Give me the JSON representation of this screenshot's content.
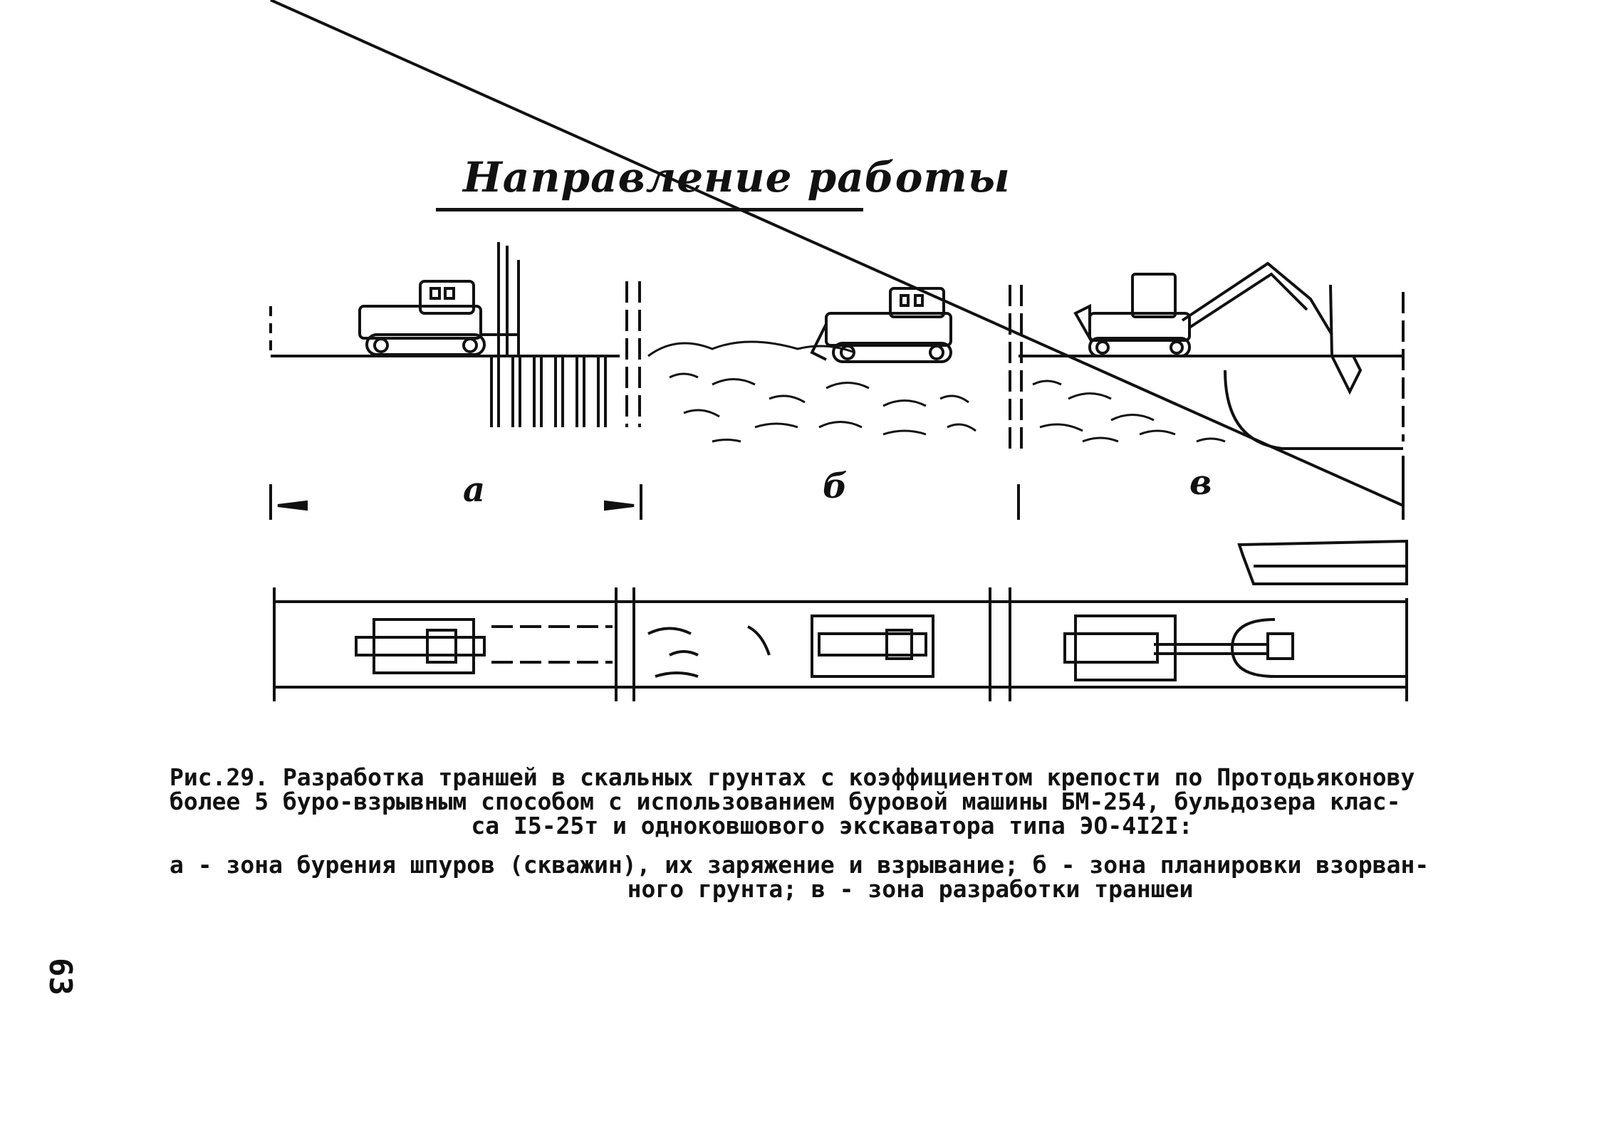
{
  "figure": {
    "heading": "Направление работы",
    "zones": {
      "a": "а",
      "b": "б",
      "c": "в"
    }
  },
  "caption": {
    "line1": "Рис.29. Разработка траншей в скальных грунтах с коэффициентом крепости по Протодьяконову",
    "line2": "более 5 буро-взрывным способом с использованием буровой машины БМ-254, бульдозера клас-",
    "line3": "са I5-25т и одноковшового экскаватора типа ЭО-4I2I:"
  },
  "legend": {
    "line1": "а - зона бурения шпуров (скважин), их заряжение и взрывание; б - зона планировки взорван-",
    "line2": "ного грунта; в - зона разработки траншеи"
  },
  "page": {
    "number": "63"
  }
}
